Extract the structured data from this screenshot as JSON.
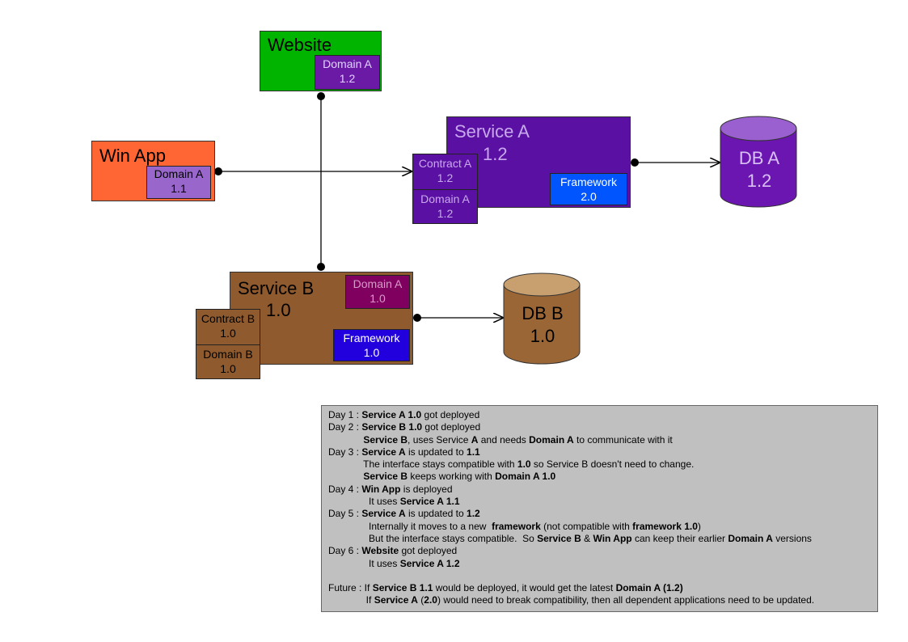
{
  "colors": {
    "website_bg": "#00b400",
    "win_app_bg": "#ff6633",
    "service_a_bg": "#5b10a4",
    "service_b_bg": "#8f5a2d",
    "domain_a_new": "#6b1aa6",
    "domain_a_old": "#9966cc",
    "domain_a_service_b": "#800060",
    "framework_new": "#0055ff",
    "framework_old": "#2200dd",
    "db_a": "#6b16b0",
    "db_a_top": "#9a60d0",
    "db_b": "#9a6636",
    "db_b_top": "#c8a070",
    "notes_bg": "#c0c0c0"
  },
  "website": {
    "title": "Website",
    "domain_name": "Domain A",
    "domain_version": "1.2"
  },
  "win_app": {
    "title": "Win App",
    "domain_name": "Domain A",
    "domain_version": "1.1"
  },
  "service_a": {
    "title": "Service A",
    "version": "1.2",
    "contract_name": "Contract A",
    "contract_version": "1.2",
    "domain_name": "Domain A",
    "domain_version": "1.2",
    "framework_name": "Framework",
    "framework_version": "2.0"
  },
  "service_b": {
    "title": "Service B",
    "version": "1.0",
    "contract_name": "Contract B",
    "contract_version": "1.0",
    "domain_name": "Domain B",
    "domain_version": "1.0",
    "dep_domain_name": "Domain A",
    "dep_domain_version": "1.0",
    "framework_name": "Framework",
    "framework_version": "1.0"
  },
  "db_a": {
    "name": "DB A",
    "version": "1.2"
  },
  "db_b": {
    "name": "DB B",
    "version": "1.0"
  },
  "notes": {
    "lines": [
      [
        {
          "t": "Day 1 : "
        },
        {
          "t": "Service A 1.0",
          "b": true
        },
        {
          "t": " got deployed"
        }
      ],
      [
        {
          "t": "Day 2 : "
        },
        {
          "t": "Service B 1.0",
          "b": true
        },
        {
          "t": " got deployed"
        }
      ],
      [
        {
          "t": "             "
        },
        {
          "t": "Service B",
          "b": true
        },
        {
          "t": ", uses Service "
        },
        {
          "t": "A",
          "b": true
        },
        {
          "t": " and needs "
        },
        {
          "t": "Domain A",
          "b": true
        },
        {
          "t": " to communicate with it"
        }
      ],
      [
        {
          "t": "Day 3 : "
        },
        {
          "t": "Service A",
          "b": true
        },
        {
          "t": " is updated to "
        },
        {
          "t": "1.1",
          "b": true
        }
      ],
      [
        {
          "t": "             The interface stays compatible with "
        },
        {
          "t": "1.0",
          "b": true
        },
        {
          "t": " so Service B doesn't need to change."
        }
      ],
      [
        {
          "t": "             "
        },
        {
          "t": "Service B",
          "b": true
        },
        {
          "t": " keeps working with "
        },
        {
          "t": "Domain A 1.0",
          "b": true
        }
      ],
      [
        {
          "t": "Day 4 : "
        },
        {
          "t": "Win App",
          "b": true
        },
        {
          "t": " is deployed"
        }
      ],
      [
        {
          "t": "               It uses "
        },
        {
          "t": "Service A 1.1",
          "b": true
        }
      ],
      [
        {
          "t": "Day 5 : "
        },
        {
          "t": "Service A",
          "b": true
        },
        {
          "t": " is updated to "
        },
        {
          "t": "1.2",
          "b": true
        }
      ],
      [
        {
          "t": "               Internally it moves to a new  "
        },
        {
          "t": "framework",
          "b": true
        },
        {
          "t": " (not compatible with "
        },
        {
          "t": "framework 1.0",
          "b": true
        },
        {
          "t": ")"
        }
      ],
      [
        {
          "t": "               But the interface stays compatible.  So "
        },
        {
          "t": "Service B",
          "b": true
        },
        {
          "t": " & "
        },
        {
          "t": "Win App",
          "b": true
        },
        {
          "t": " can keep their earlier "
        },
        {
          "t": "Domain A",
          "b": true
        },
        {
          "t": " versions"
        }
      ],
      [
        {
          "t": "Day 6 : "
        },
        {
          "t": "Website",
          "b": true
        },
        {
          "t": " got deployed"
        }
      ],
      [
        {
          "t": "               It uses "
        },
        {
          "t": "Service A 1.2",
          "b": true
        }
      ],
      [],
      [
        {
          "t": "Future : If "
        },
        {
          "t": "Service B 1.1",
          "b": true
        },
        {
          "t": " would be deployed, it would get the latest "
        },
        {
          "t": "Domain A (1.2)",
          "b": true
        }
      ],
      [
        {
          "t": "              If "
        },
        {
          "t": "Service A",
          "b": true
        },
        {
          "t": " ("
        },
        {
          "t": "2.0",
          "b": true
        },
        {
          "t": ") would need to break compatibility, then all dependent applications need to be updated."
        }
      ]
    ]
  }
}
